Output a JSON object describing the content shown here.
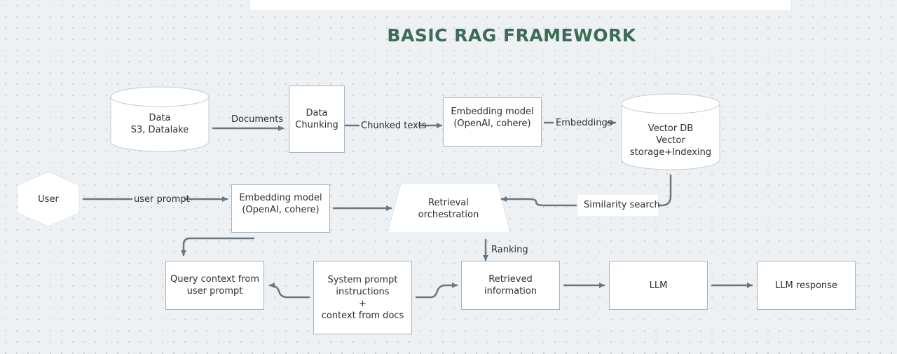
{
  "title": "BASIC RAG FRAMEWORK",
  "nodes": {
    "data_source": "Data\nS3, Datalake",
    "data_chunking": "Data\nChunking",
    "embedding_model_top": "Embedding model\n(OpenAI, cohere)",
    "vector_db": "Vector DB\nVector\nstorage+Indexing",
    "user": "User",
    "embedding_model_mid": "Embedding model\n(OpenAI, cohere)",
    "retrieval_orchestration": "Retrieval\norchestration",
    "similarity_search": "Similarity search",
    "query_context": "Query context from\nuser prompt",
    "system_prompt": "System prompt\ninstructions\n+\ncontext from docs",
    "retrieved_information": "Retrieved\ninformation",
    "llm": "LLM",
    "llm_response": "LLM response"
  },
  "edges": {
    "documents": "Documents",
    "chunked_texts": "Chunked texts",
    "embeddings": "Embeddings",
    "user_prompt": "user prompt",
    "ranking": "Ranking"
  },
  "colors": {
    "title": "#3d6b57",
    "stroke": "#6b7680",
    "background": "#eef1f4"
  }
}
